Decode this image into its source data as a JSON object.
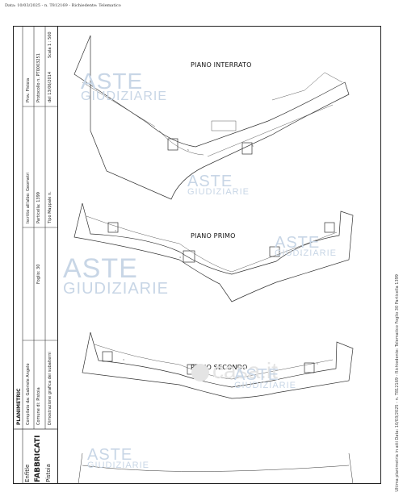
{
  "header_line": "Data: 10/03/2025 - n. T812169 - Richiedente: Telematico",
  "sidebar": {
    "bottom_block": [
      "Enfitle",
      "FABBRICATI",
      "Pistoia"
    ],
    "title_cells": [
      "PLANIMETRIC",
      "Compilato da: Gabriele Angelo",
      "Comune di: Pistoia",
      "Dimostrazione grafica dei subalterni",
      "Iscritto all'albo: Geometri",
      "Foglio: 30",
      "Particella: 1399",
      "Tipo Mappale n.",
      "Prov. Pistoia",
      "Protocollo n. PT0003251",
      "del 13/06/2014",
      "Scala 1 : 500"
    ]
  },
  "plans": [
    {
      "label": "PIANO INTERRATO"
    },
    {
      "label": "PIANO PRIMO"
    },
    {
      "label": "PIANO SECONDO"
    }
  ],
  "watermark": {
    "line1": "ASTE",
    "line2": "GIUDIZIARIE"
  },
  "casa_mark": "casa.it",
  "right_note": "Ultima planimetria in atti  Data: 10/03/2025 - n. T812169 - Richiedente: Telematico  Foglio 30 Particella 1399"
}
